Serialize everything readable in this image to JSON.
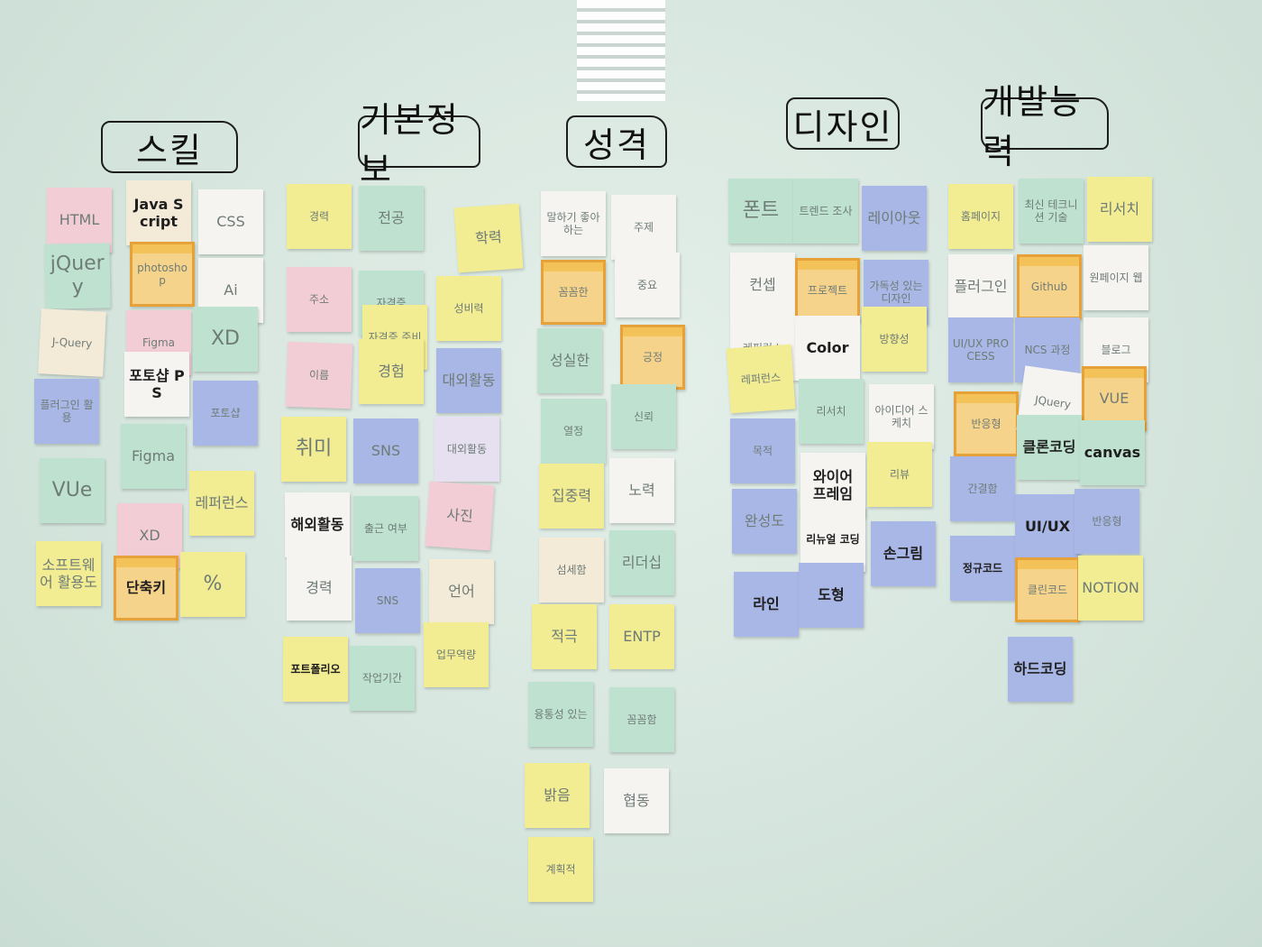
{
  "colors": {
    "yellow": "#f2ec92",
    "mint": "#bfe2d0",
    "blue": "#a9b7e6",
    "lilac": "#e6e0f0",
    "pink": "#f3cdd6",
    "white": "#f6f4f1",
    "cream": "#f4ead8",
    "orange": "#f6d38a"
  },
  "headers": [
    {
      "id": "skills",
      "text": "스킬"
    },
    {
      "id": "basic",
      "text": "기본정보"
    },
    {
      "id": "personality",
      "text": "성격"
    },
    {
      "id": "design",
      "text": "디자인"
    },
    {
      "id": "dev",
      "text": "개발능력"
    }
  ],
  "notes": [
    {
      "text": "HTML",
      "color": "pink",
      "style": "mid"
    },
    {
      "text": "Java Script",
      "color": "cream",
      "style": "mid ink"
    },
    {
      "text": "CSS",
      "color": "white",
      "style": "mid"
    },
    {
      "text": "jQuery",
      "color": "mint",
      "style": "big"
    },
    {
      "text": "photoshop",
      "color": "orange",
      "style": "sticker"
    },
    {
      "text": "Ai",
      "color": "white",
      "style": "mid"
    },
    {
      "text": "J-Query",
      "color": "cream",
      "style": ""
    },
    {
      "text": "Figma",
      "color": "pink",
      "style": ""
    },
    {
      "text": "XD",
      "color": "mint",
      "style": "big"
    },
    {
      "text": "포토샵 PS",
      "color": "white",
      "style": "mid ink"
    },
    {
      "text": "플러그인 활용",
      "color": "blue",
      "style": ""
    },
    {
      "text": "포토샵",
      "color": "blue",
      "style": ""
    },
    {
      "text": "Figma",
      "color": "mint",
      "style": "mid"
    },
    {
      "text": "VUe",
      "color": "mint",
      "style": "big"
    },
    {
      "text": "XD",
      "color": "pink",
      "style": "mid"
    },
    {
      "text": "레퍼런스",
      "color": "yellow",
      "style": "mid"
    },
    {
      "text": "소프트웨어 활용도",
      "color": "yellow",
      "style": "mid"
    },
    {
      "text": "단축키",
      "color": "orange",
      "style": "sticker mid ink"
    },
    {
      "text": "%",
      "color": "yellow",
      "style": "big"
    },
    {
      "text": "경력",
      "color": "yellow",
      "style": ""
    },
    {
      "text": "전공",
      "color": "mint",
      "style": "mid"
    },
    {
      "text": "학력",
      "color": "yellow",
      "style": "mid"
    },
    {
      "text": "주소",
      "color": "pink",
      "style": "grid"
    },
    {
      "text": "자격증",
      "color": "mint",
      "style": ""
    },
    {
      "text": "자격증 준비",
      "color": "yellow",
      "style": ""
    },
    {
      "text": "성비력",
      "color": "yellow",
      "style": ""
    },
    {
      "text": "이름",
      "color": "pink",
      "style": "grid"
    },
    {
      "text": "경험",
      "color": "yellow",
      "style": "mid"
    },
    {
      "text": "대외활동",
      "color": "blue",
      "style": "mid"
    },
    {
      "text": "취미",
      "color": "yellow",
      "style": "big"
    },
    {
      "text": "SNS",
      "color": "blue",
      "style": "mid"
    },
    {
      "text": "대외활동",
      "color": "lilac",
      "style": ""
    },
    {
      "text": "해외활동",
      "color": "white",
      "style": "mid ink"
    },
    {
      "text": "출근 여부",
      "color": "mint",
      "style": ""
    },
    {
      "text": "사진",
      "color": "pink",
      "style": "grid mid"
    },
    {
      "text": "경력",
      "color": "white",
      "style": "mid"
    },
    {
      "text": "SNS",
      "color": "blue",
      "style": ""
    },
    {
      "text": "언어",
      "color": "cream",
      "style": "mid"
    },
    {
      "text": "포트폴리오",
      "color": "yellow",
      "style": "ink"
    },
    {
      "text": "작업기간",
      "color": "mint",
      "style": ""
    },
    {
      "text": "업무역량",
      "color": "yellow",
      "style": ""
    },
    {
      "text": "말하기 좋아하는",
      "color": "white",
      "style": "grid"
    },
    {
      "text": "주제",
      "color": "white",
      "style": ""
    },
    {
      "text": "꼼꼼한",
      "color": "orange",
      "style": "sticker"
    },
    {
      "text": "중요",
      "color": "white",
      "style": ""
    },
    {
      "text": "성실한",
      "color": "mint",
      "style": "mid"
    },
    {
      "text": "긍정",
      "color": "orange",
      "style": "sticker"
    },
    {
      "text": "열정",
      "color": "mint",
      "style": ""
    },
    {
      "text": "신뢰",
      "color": "mint",
      "style": ""
    },
    {
      "text": "집중력",
      "color": "yellow",
      "style": "mid"
    },
    {
      "text": "노력",
      "color": "white",
      "style": "mid"
    },
    {
      "text": "섬세함",
      "color": "cream",
      "style": ""
    },
    {
      "text": "리더십",
      "color": "mint",
      "style": "mid"
    },
    {
      "text": "적극",
      "color": "yellow",
      "style": "mid"
    },
    {
      "text": "ENTP",
      "color": "yellow",
      "style": "mid"
    },
    {
      "text": "융통성 있는",
      "color": "mint",
      "style": ""
    },
    {
      "text": "꼼꼼함",
      "color": "mint",
      "style": ""
    },
    {
      "text": "밝음",
      "color": "yellow",
      "style": "mid"
    },
    {
      "text": "협동",
      "color": "white",
      "style": "mid"
    },
    {
      "text": "계획적",
      "color": "yellow",
      "style": ""
    },
    {
      "text": "폰트",
      "color": "mint",
      "style": "big"
    },
    {
      "text": "트렌드 조사",
      "color": "mint",
      "style": ""
    },
    {
      "text": "레이아웃",
      "color": "blue",
      "style": "mid"
    },
    {
      "text": "컨셉",
      "color": "white",
      "style": "mid"
    },
    {
      "text": "프로젝트",
      "color": "orange",
      "style": "sticker"
    },
    {
      "text": "가독성 있는 디자인",
      "color": "blue",
      "style": ""
    },
    {
      "text": "레퍼런스",
      "color": "white",
      "style": ""
    },
    {
      "text": "Color",
      "color": "white",
      "style": "mid ink"
    },
    {
      "text": "방향성",
      "color": "yellow",
      "style": ""
    },
    {
      "text": "레퍼런스",
      "color": "yellow",
      "style": ""
    },
    {
      "text": "리서치",
      "color": "mint",
      "style": ""
    },
    {
      "text": "아이디어 스케치",
      "color": "white",
      "style": ""
    },
    {
      "text": "목적",
      "color": "blue",
      "style": ""
    },
    {
      "text": "와이어 프레임",
      "color": "white",
      "style": "mid ink"
    },
    {
      "text": "리뷰",
      "color": "yellow",
      "style": ""
    },
    {
      "text": "완성도",
      "color": "blue",
      "style": "mid"
    },
    {
      "text": "리뉴얼 코딩",
      "color": "white",
      "style": "ink"
    },
    {
      "text": "손그림",
      "color": "blue",
      "style": "mid ink"
    },
    {
      "text": "라인",
      "color": "blue",
      "style": "mid ink"
    },
    {
      "text": "도형",
      "color": "blue",
      "style": "mid ink"
    },
    {
      "text": "홈페이지",
      "color": "yellow",
      "style": ""
    },
    {
      "text": "최신 테크니션 기술",
      "color": "mint",
      "style": ""
    },
    {
      "text": "리서치",
      "color": "yellow",
      "style": "mid"
    },
    {
      "text": "플러그인",
      "color": "white",
      "style": "mid"
    },
    {
      "text": "Github",
      "color": "orange",
      "style": "sticker"
    },
    {
      "text": "원페이지 웹",
      "color": "white",
      "style": ""
    },
    {
      "text": "UI/UX PROCESS",
      "color": "blue",
      "style": ""
    },
    {
      "text": "NCS 과정",
      "color": "blue",
      "style": ""
    },
    {
      "text": "블로그",
      "color": "white",
      "style": ""
    },
    {
      "text": "반응형",
      "color": "orange",
      "style": "sticker"
    },
    {
      "text": "JQuery",
      "color": "white",
      "style": ""
    },
    {
      "text": "VUE",
      "color": "orange",
      "style": "sticker mid"
    },
    {
      "text": "간결함",
      "color": "blue",
      "style": ""
    },
    {
      "text": "클론코딩",
      "color": "mint",
      "style": "mid ink"
    },
    {
      "text": "canvas",
      "color": "mint",
      "style": "mid ink"
    },
    {
      "text": "정규코드",
      "color": "blue",
      "style": "ink"
    },
    {
      "text": "UI/UX",
      "color": "blue",
      "style": "mid ink"
    },
    {
      "text": "반응형",
      "color": "blue",
      "style": ""
    },
    {
      "text": "클린코드",
      "color": "orange",
      "style": "sticker"
    },
    {
      "text": "NOTION",
      "color": "yellow",
      "style": "mid"
    },
    {
      "text": "하드코딩",
      "color": "blue",
      "style": "mid ink"
    }
  ]
}
